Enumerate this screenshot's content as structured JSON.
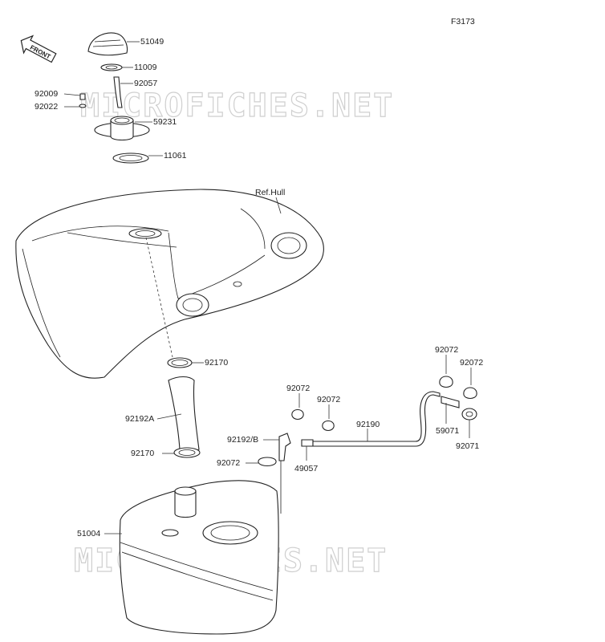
{
  "figure_code": "F3173",
  "front_badge": "FRONT",
  "watermark": "MICROFICHES.NET",
  "ref_label": "Ref.Hull",
  "parts": {
    "p51049": "51049",
    "p11009": "11009",
    "p92057": "92057",
    "p92009": "92009",
    "p92022": "92022",
    "p59231": "59231",
    "p11061": "11061",
    "p92170_top": "92170",
    "p92192A": "92192A",
    "p92170_bot": "92170",
    "p51004": "51004",
    "p92072_a": "92072",
    "p92072_b": "92072",
    "p92192B": "92192/B",
    "p92072_c": "92072",
    "p49057": "49057",
    "p92190": "92190",
    "p92072_d": "92072",
    "p92072_e": "92072",
    "p59071": "59071",
    "p92071": "92071"
  }
}
